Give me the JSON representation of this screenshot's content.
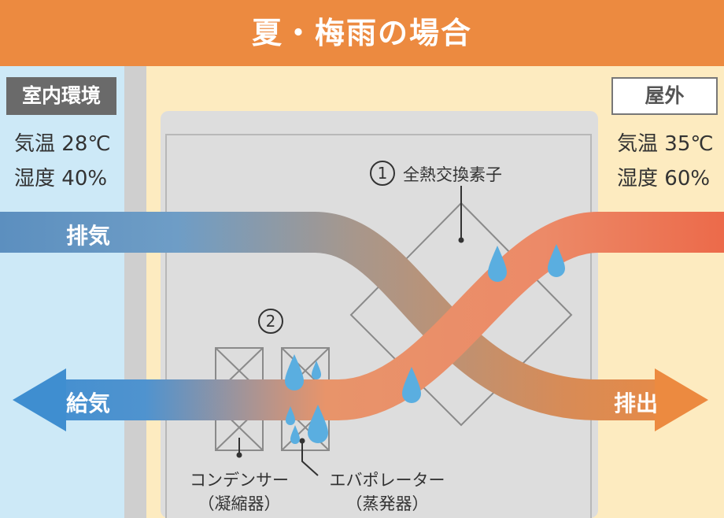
{
  "title": "夏・梅雨の場合",
  "indoor": {
    "tag": "室内環境",
    "temp_label": "気温",
    "temp_value": "28℃",
    "humidity_label": "湿度",
    "humidity_value": "40%"
  },
  "outdoor": {
    "tag": "屋外",
    "temp_label": "気温",
    "temp_value": "35℃",
    "humidity_label": "湿度",
    "humidity_value": "60%"
  },
  "flows": {
    "exhaust": "排気",
    "supply": "給気",
    "discharge": "排出"
  },
  "parts": {
    "num1": "①",
    "name1": "全熱交換素子",
    "num2": "②",
    "condenser": "コンデンサー",
    "condenser_sub": "（凝縮器）",
    "evaporator": "エバポレーター",
    "evaporator_sub": "（蒸発器）"
  },
  "colors": {
    "header": "#ec8a40",
    "indoor_bg": "#cde9f7",
    "outdoor_bg": "#fdebc0",
    "cool_air": "#3f8ed0",
    "warm_air": "#ec6a4a",
    "droplet": "#5aaee0"
  }
}
